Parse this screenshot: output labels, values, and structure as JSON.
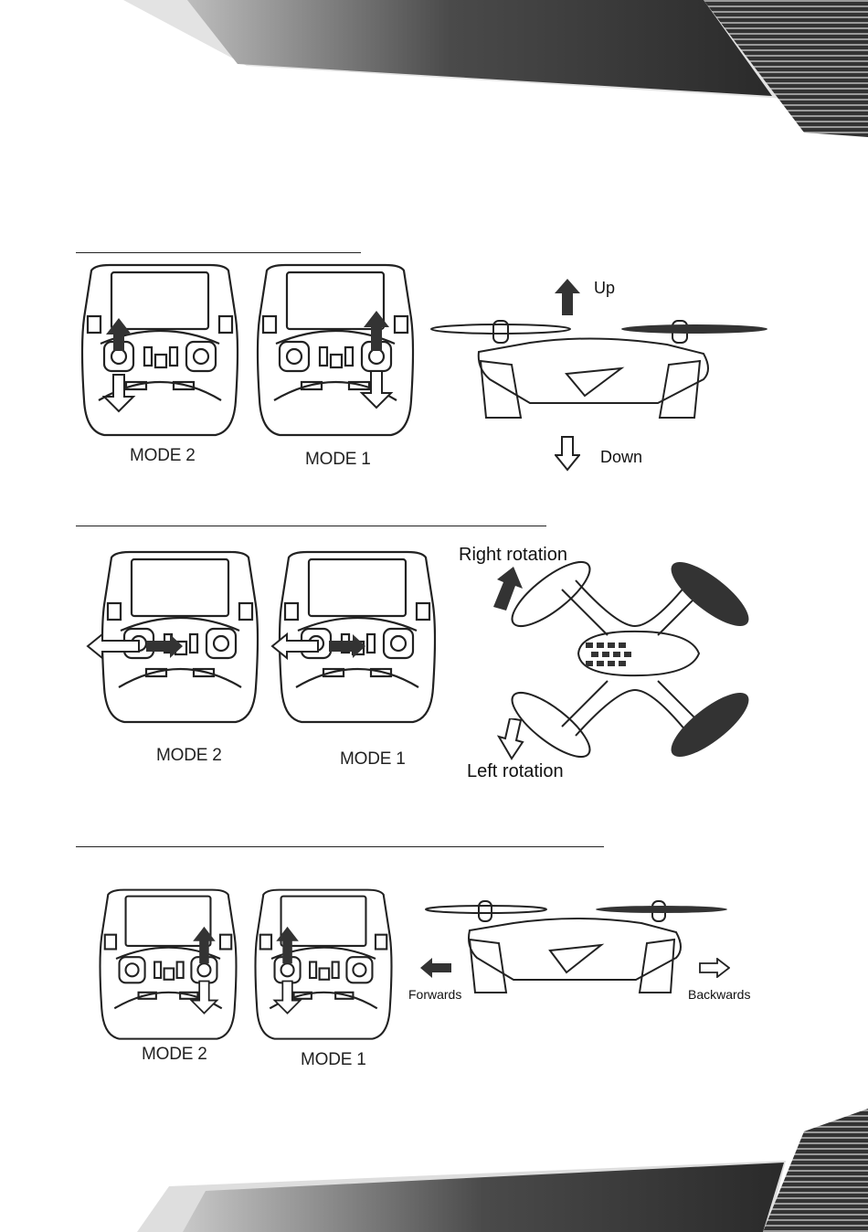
{
  "sections": [
    {
      "modes": [
        "MODE 2",
        "MODE 1"
      ],
      "labels": {
        "up": "Up",
        "down": "Down"
      }
    },
    {
      "modes": [
        "MODE 2",
        "MODE 1"
      ],
      "labels": {
        "right": "Right rotation",
        "left": "Left rotation"
      }
    },
    {
      "modes": [
        "MODE 2",
        "MODE 1"
      ],
      "labels": {
        "forwards": "Forwards",
        "backwards": "Backwards"
      }
    }
  ],
  "icons": [
    "arrow-up-icon",
    "arrow-down-icon",
    "arrow-left-icon",
    "arrow-right-icon"
  ],
  "colors": {
    "ink": "#222222",
    "banner_dark": "#3a3a3a",
    "banner_light": "#d8d8d8"
  }
}
